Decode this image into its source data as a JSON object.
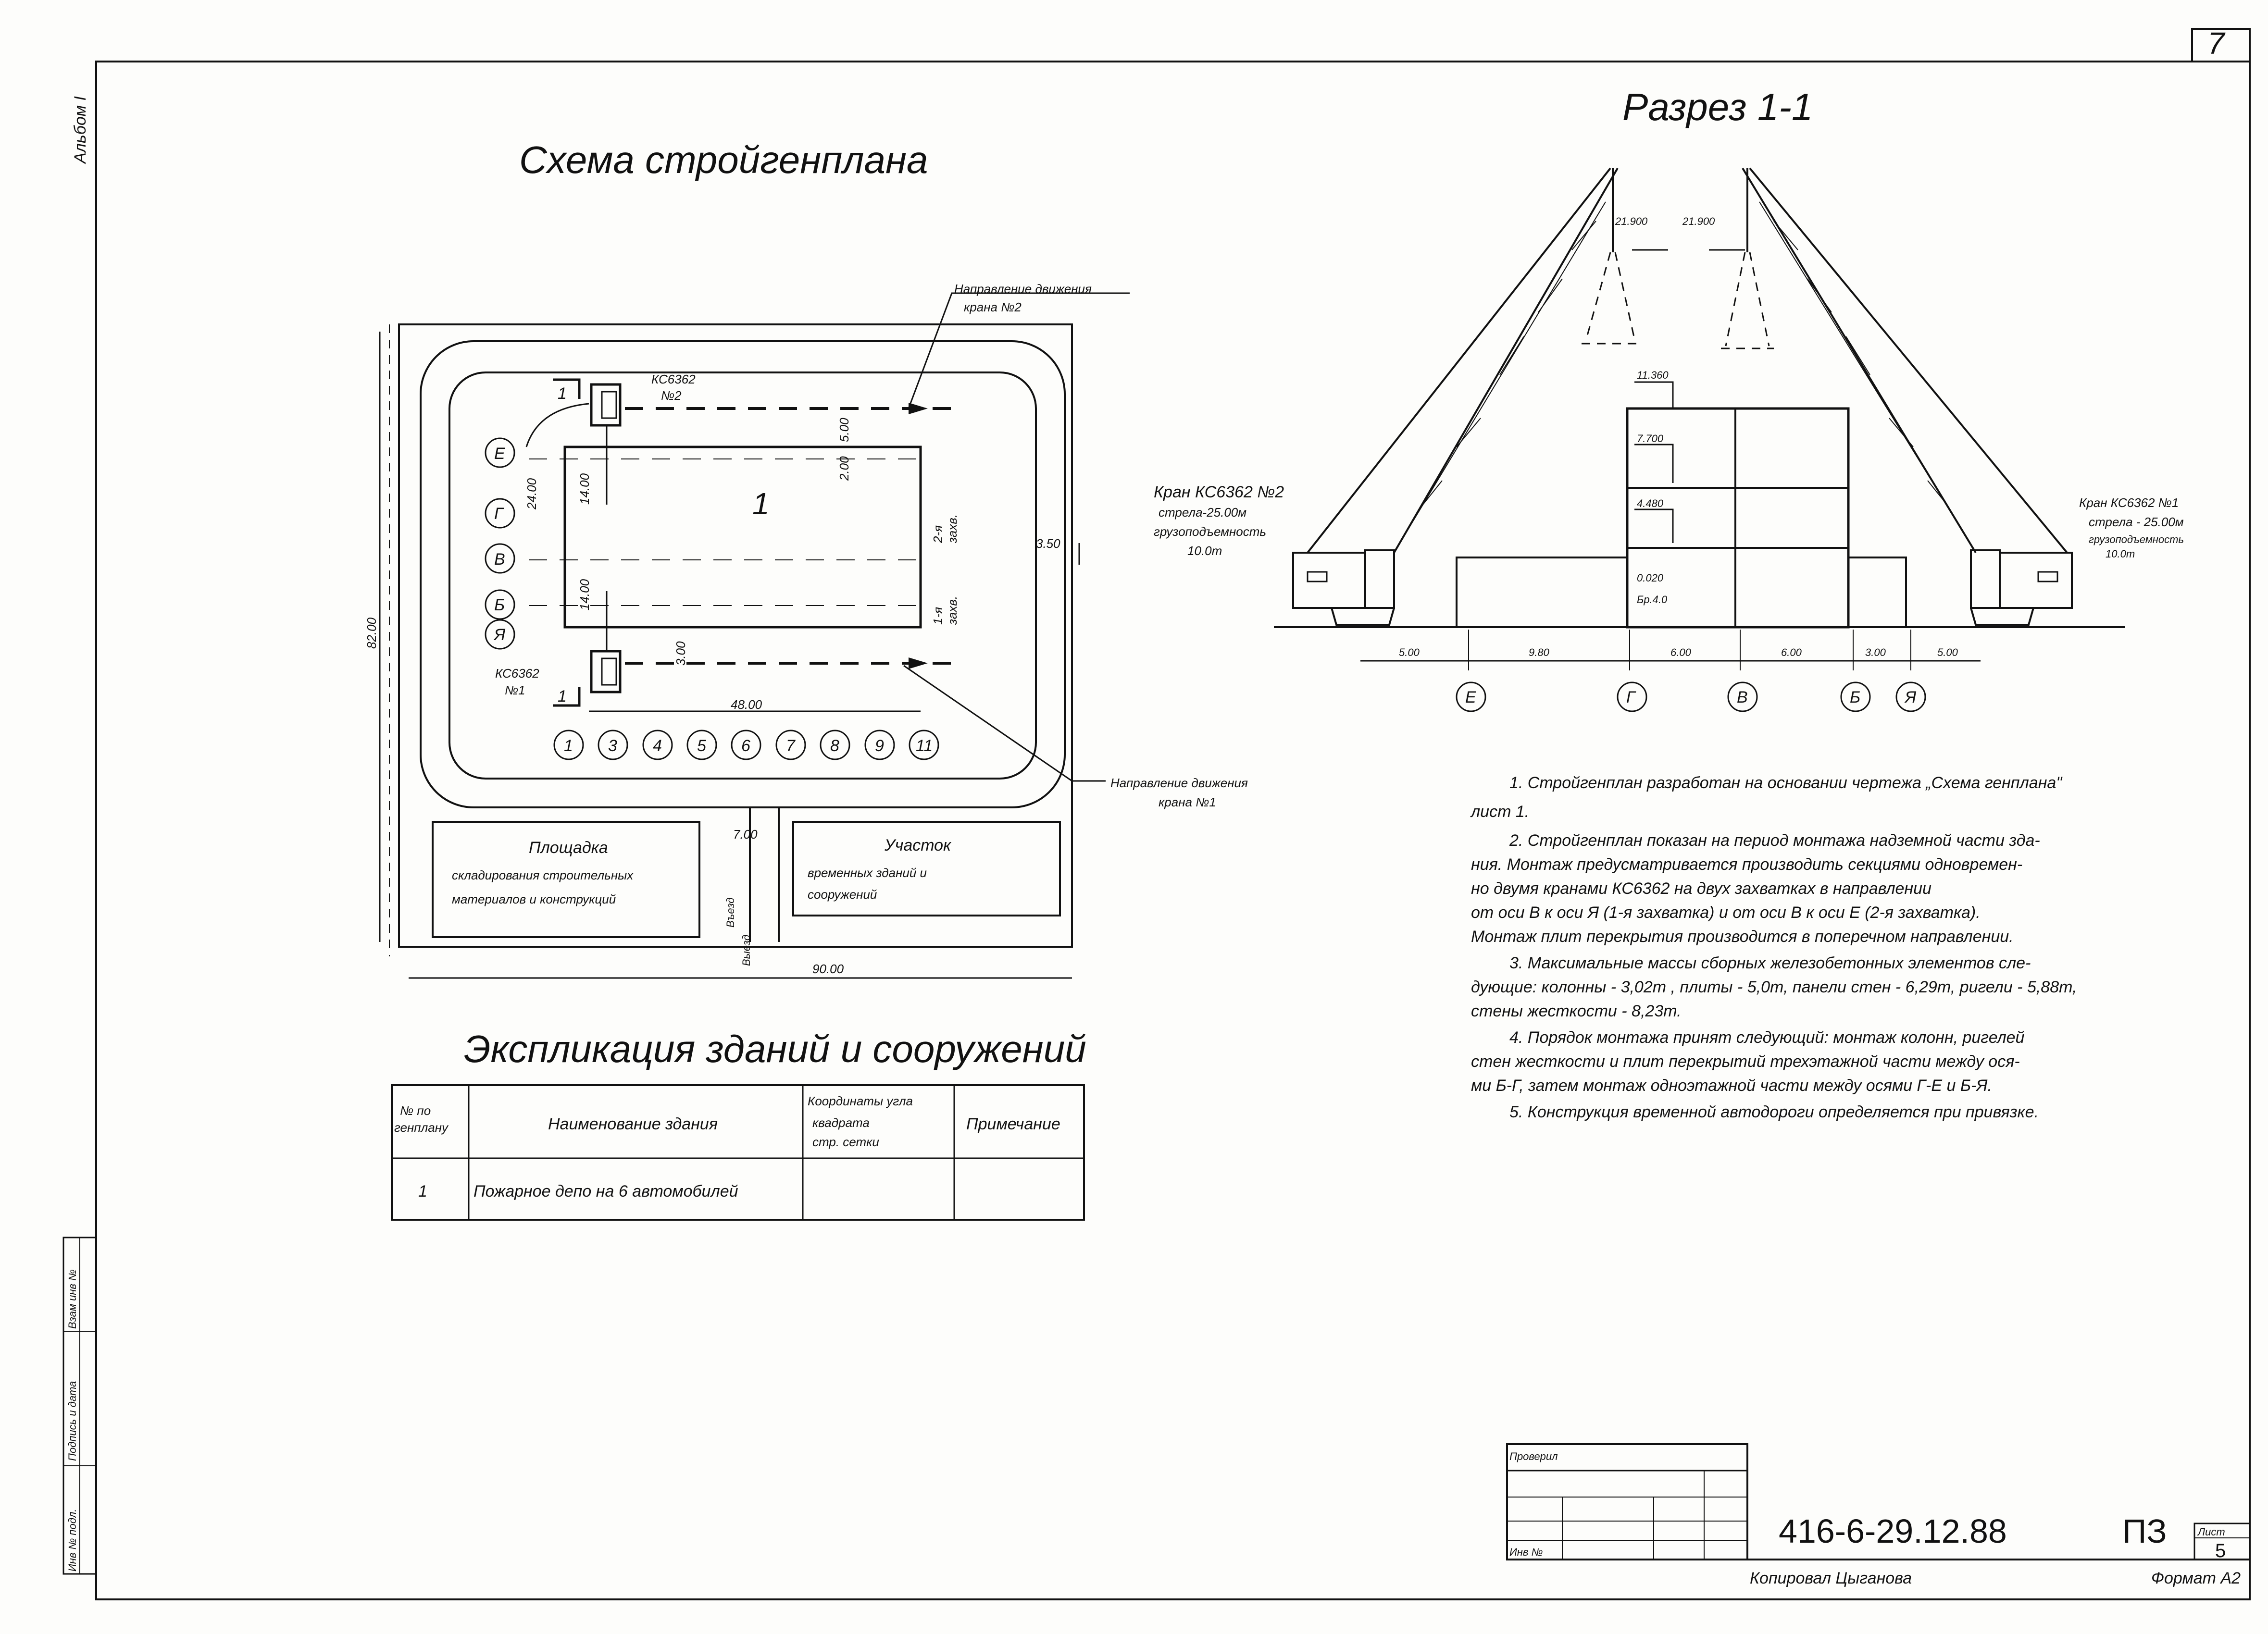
{
  "sheet": {
    "number": "7",
    "album": "Альбом I",
    "designation": "416-6-29.12.88",
    "section": "ПЗ",
    "sheet_label": "Лист",
    "sheet_no": "5",
    "checked_label": "Проверил",
    "inv_label": "Инв №",
    "copied": "Копировал Цыганова",
    "format": "Формат А2",
    "side_stamp": [
      "Инв № подл.",
      "Подпись и дата",
      "Взам инв №"
    ]
  },
  "plan": {
    "title": "Схема стройгенплана",
    "direction_crane2": [
      "Направление движения",
      "крана №2"
    ],
    "direction_crane1": [
      "Направление движения",
      "крана №1"
    ],
    "crane2": [
      "КС6362",
      "№2"
    ],
    "crane1": [
      "КС6362",
      "№1"
    ],
    "building_no": "1",
    "axes_rows": [
      "Е",
      "Г",
      "В",
      "Б",
      "Я"
    ],
    "axes_cols": [
      "1",
      "3",
      "4",
      "5",
      "6",
      "7",
      "8",
      "9",
      "11"
    ],
    "dims": {
      "w48": "48.00",
      "h82": "82.00",
      "w90": "90.00",
      "d7": "7.00",
      "d24": "24.00",
      "d14a": "14.00",
      "d14b": "14.00",
      "d5": "5.00",
      "d2": "2.00",
      "d3": "3.00",
      "d35": "3.50"
    },
    "zone2": [
      "2-я",
      "захв."
    ],
    "zone1": [
      "1-я",
      "захв."
    ],
    "section_mark": "1",
    "entry": "Въезд",
    "exit": "Выезд",
    "storage": [
      "Площадка",
      "складирования строительных",
      "материалов и конструкций"
    ],
    "site": [
      "Участок",
      "временных зданий и",
      "сооружений"
    ]
  },
  "explication": {
    "title": "Экспликация зданий и сооружений",
    "headers": [
      [
        "№ по",
        "генплану"
      ],
      [
        "Наименование здания"
      ],
      [
        "Координаты угла",
        "квадрата",
        "стр. сетки"
      ],
      [
        "Примечание"
      ]
    ],
    "rows": [
      [
        "1",
        "Пожарное депо на 6 автомобилей",
        "",
        ""
      ]
    ]
  },
  "section": {
    "title": "Разрез 1-1",
    "crane_left": [
      "Кран КС6362 №2",
      "стрела-25.00м",
      "грузоподъемность",
      "10.0т"
    ],
    "crane_right": [
      "Кран КС6362 №1",
      "стрела - 25.00м",
      "грузоподъемность",
      "10.0т"
    ],
    "marks": [
      "21.900",
      "21.900",
      "11.360",
      "7.700",
      "4.480",
      "0.020",
      "Бр.4.0"
    ],
    "dims": [
      "5.00",
      "9.80",
      "6.00",
      "6.00",
      "3.00",
      "5.00"
    ],
    "axes": [
      "Е",
      "Г",
      "В",
      "Б",
      "Я"
    ]
  },
  "notes": [
    "1. Стройгенплан разработан на основании чертежа „Схема генплана\"",
    "лист 1.",
    "2. Стройгенплан показан на период монтажа надземной части зда-",
    "ния. Монтаж предусматривается производить секциями одновремен-",
    "но двумя кранами КС6362 на двух захватках в направлении",
    "от оси В к оси Я (1-я захватка) и от оси В к оси Е (2-я захватка).",
    "Монтаж плит перекрытия производится в поперечном направлении.",
    "3. Максимальные массы сборных железобетонных элементов сле-",
    "дующие: колонны - 3,02т , плиты - 5,0т, панели стен - 6,29т, ригели - 5,88т,",
    "стены жесткости - 8,23т.",
    "4. Порядок монтажа принят следующий: монтаж колонн, ригелей",
    "стен жесткости и плит перекрытий трехэтажной части между ося-",
    "ми Б-Г, затем монтаж одноэтажной части между осями Г-Е и Б-Я.",
    "5. Конструкция временной автодороги определяется при привязке."
  ]
}
